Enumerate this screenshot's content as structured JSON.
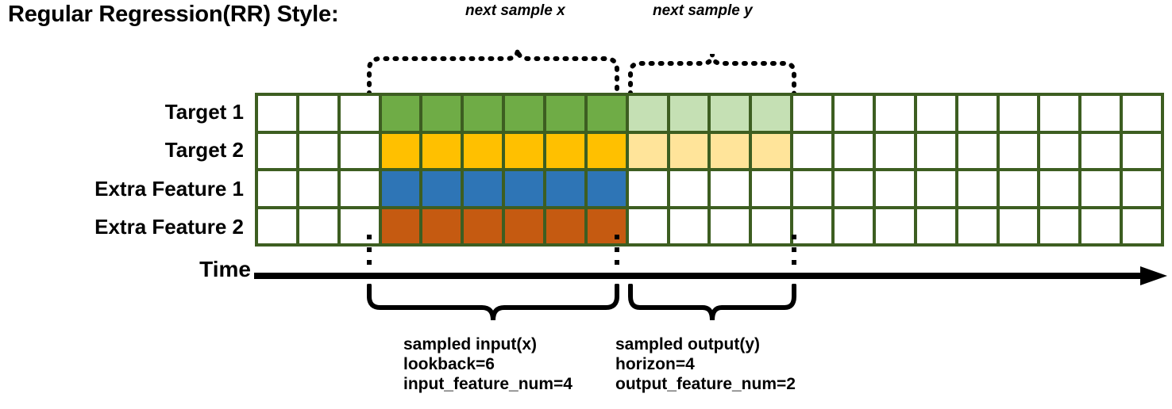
{
  "title": "Regular Regression(RR) Style:",
  "top_annotations": {
    "next_x": "next sample x",
    "next_y": "next sample y"
  },
  "rows": [
    {
      "label": "Target 1",
      "fill_dark": "#6fac46",
      "fill_light": "#c5e0b4"
    },
    {
      "label": "Target 2",
      "fill_dark": "#ffc000",
      "fill_light": "#ffe49a"
    },
    {
      "label": "Extra Feature 1",
      "fill_dark": "#2e75b6",
      "fill_light": null
    },
    {
      "label": "Extra Feature 2",
      "fill_dark": "#c55a11",
      "fill_light": null
    }
  ],
  "grid": {
    "columns": 22,
    "rows": 4,
    "lead_blank_cols": 3,
    "input_cols": 6,
    "output_cols": 4,
    "trail_blank_cols": 9,
    "border_color": "#3d5e21",
    "empty_color": "#ffffff"
  },
  "axis": {
    "label": "Time"
  },
  "captions": {
    "input": {
      "line1": "sampled input(x)",
      "line2": "lookback=6",
      "line3": "input_feature_num=4"
    },
    "output": {
      "line1": "sampled output(y)",
      "line2": "horizon=4",
      "line3": "output_feature_num=2"
    }
  }
}
